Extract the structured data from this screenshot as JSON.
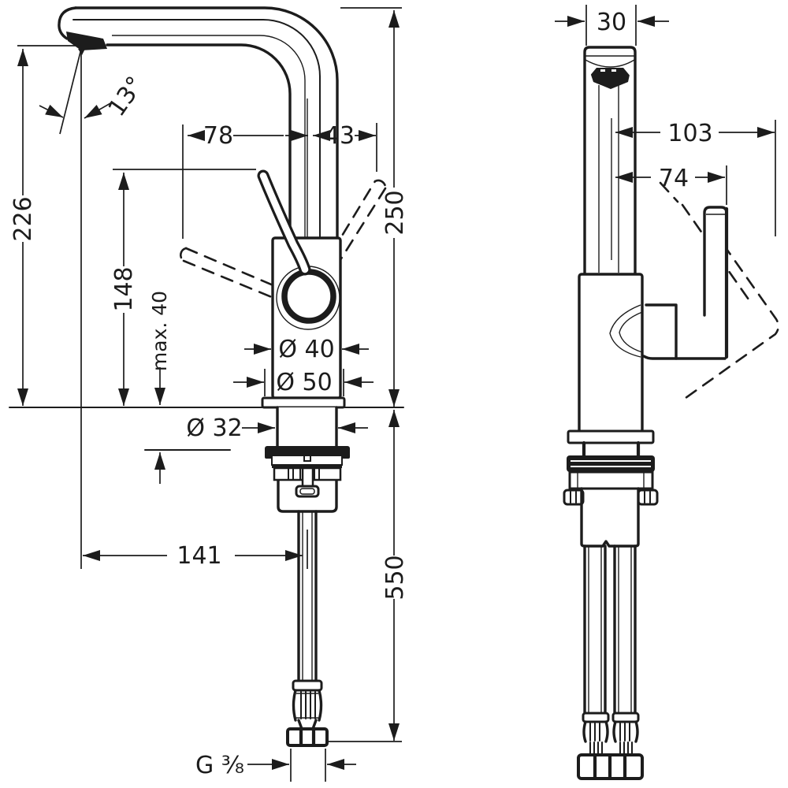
{
  "front_view": {
    "dims": {
      "spout_angle": "13°",
      "outlet_height": "226",
      "lever_top_height": "148",
      "max_deck_thickness": "max. 40",
      "lever_swing_front": "78",
      "lever_swing_back": "43",
      "body_diameter": "Ø 40",
      "base_diameter": "Ø 50",
      "shank_diameter": "Ø 32",
      "total_height": "250",
      "outlet_reach": "141",
      "hose_length": "550",
      "connection_thread": "G ³⁄₈"
    }
  },
  "side_view": {
    "dims": {
      "spout_width": "30",
      "handle_max_reach": "103",
      "handle_reach": "74"
    }
  },
  "colors": {
    "line_color": "#1c1c1c",
    "background": "#ffffff"
  }
}
